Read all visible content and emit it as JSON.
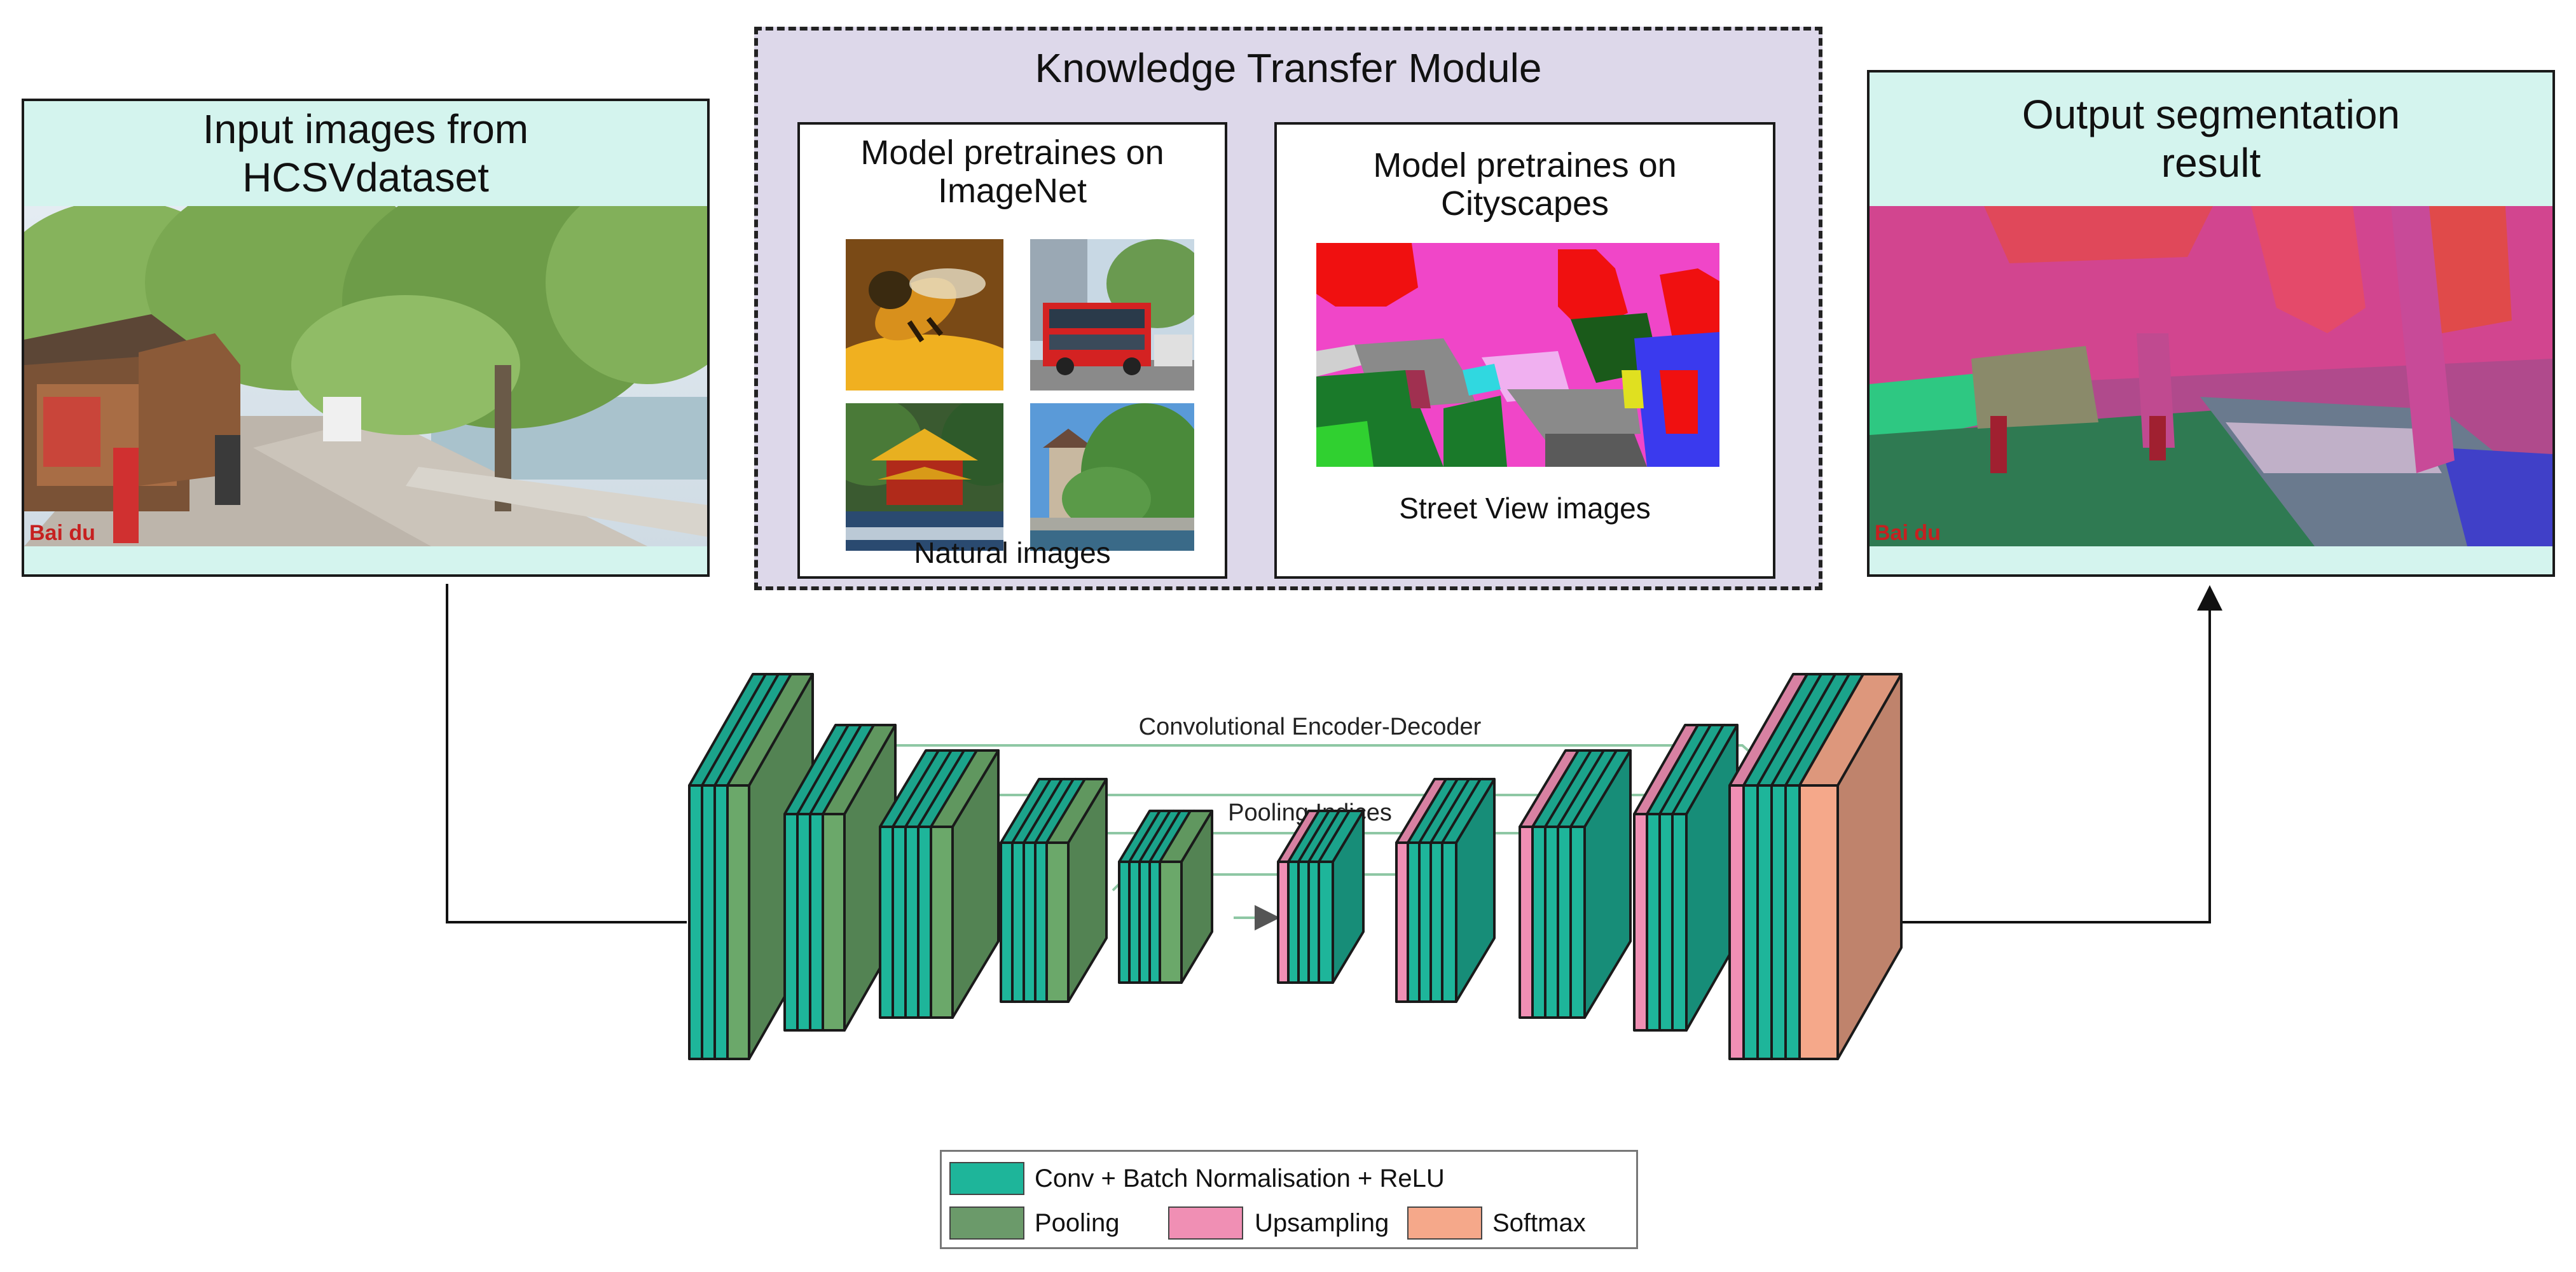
{
  "input_panel": {
    "title_line1": "Input images from",
    "title_line2": "HCSVdataset",
    "watermark": "Bai du"
  },
  "knowledge_module": {
    "title": "Knowledge Transfer Module",
    "imagenet": {
      "title_line1": "Model pretraines on",
      "title_line2": "ImageNet",
      "caption": "Natural images"
    },
    "cityscapes": {
      "title_line1": "Model pretraines on",
      "title_line2": "Cityscapes",
      "caption": "Street View images"
    }
  },
  "output_panel": {
    "title_line1": "Output segmentation",
    "title_line2": "result",
    "watermark": "Bai du"
  },
  "network": {
    "encoder_decoder_label": "Convolutional Encoder-Decoder",
    "pooling_indices_label": "Pooling Indices"
  },
  "legend": {
    "conv": "Conv + Batch Normalisation + ReLU",
    "pooling": "Pooling",
    "upsampling": "Upsampling",
    "softmax": "Softmax"
  },
  "colors": {
    "conv": "#1eb59a",
    "pooling": "#6ba86a",
    "upsampling": "#f08fb4",
    "softmax": "#f5a88a",
    "panel_header": "#d4f4ee",
    "module_bg": "#ddd8ea"
  }
}
